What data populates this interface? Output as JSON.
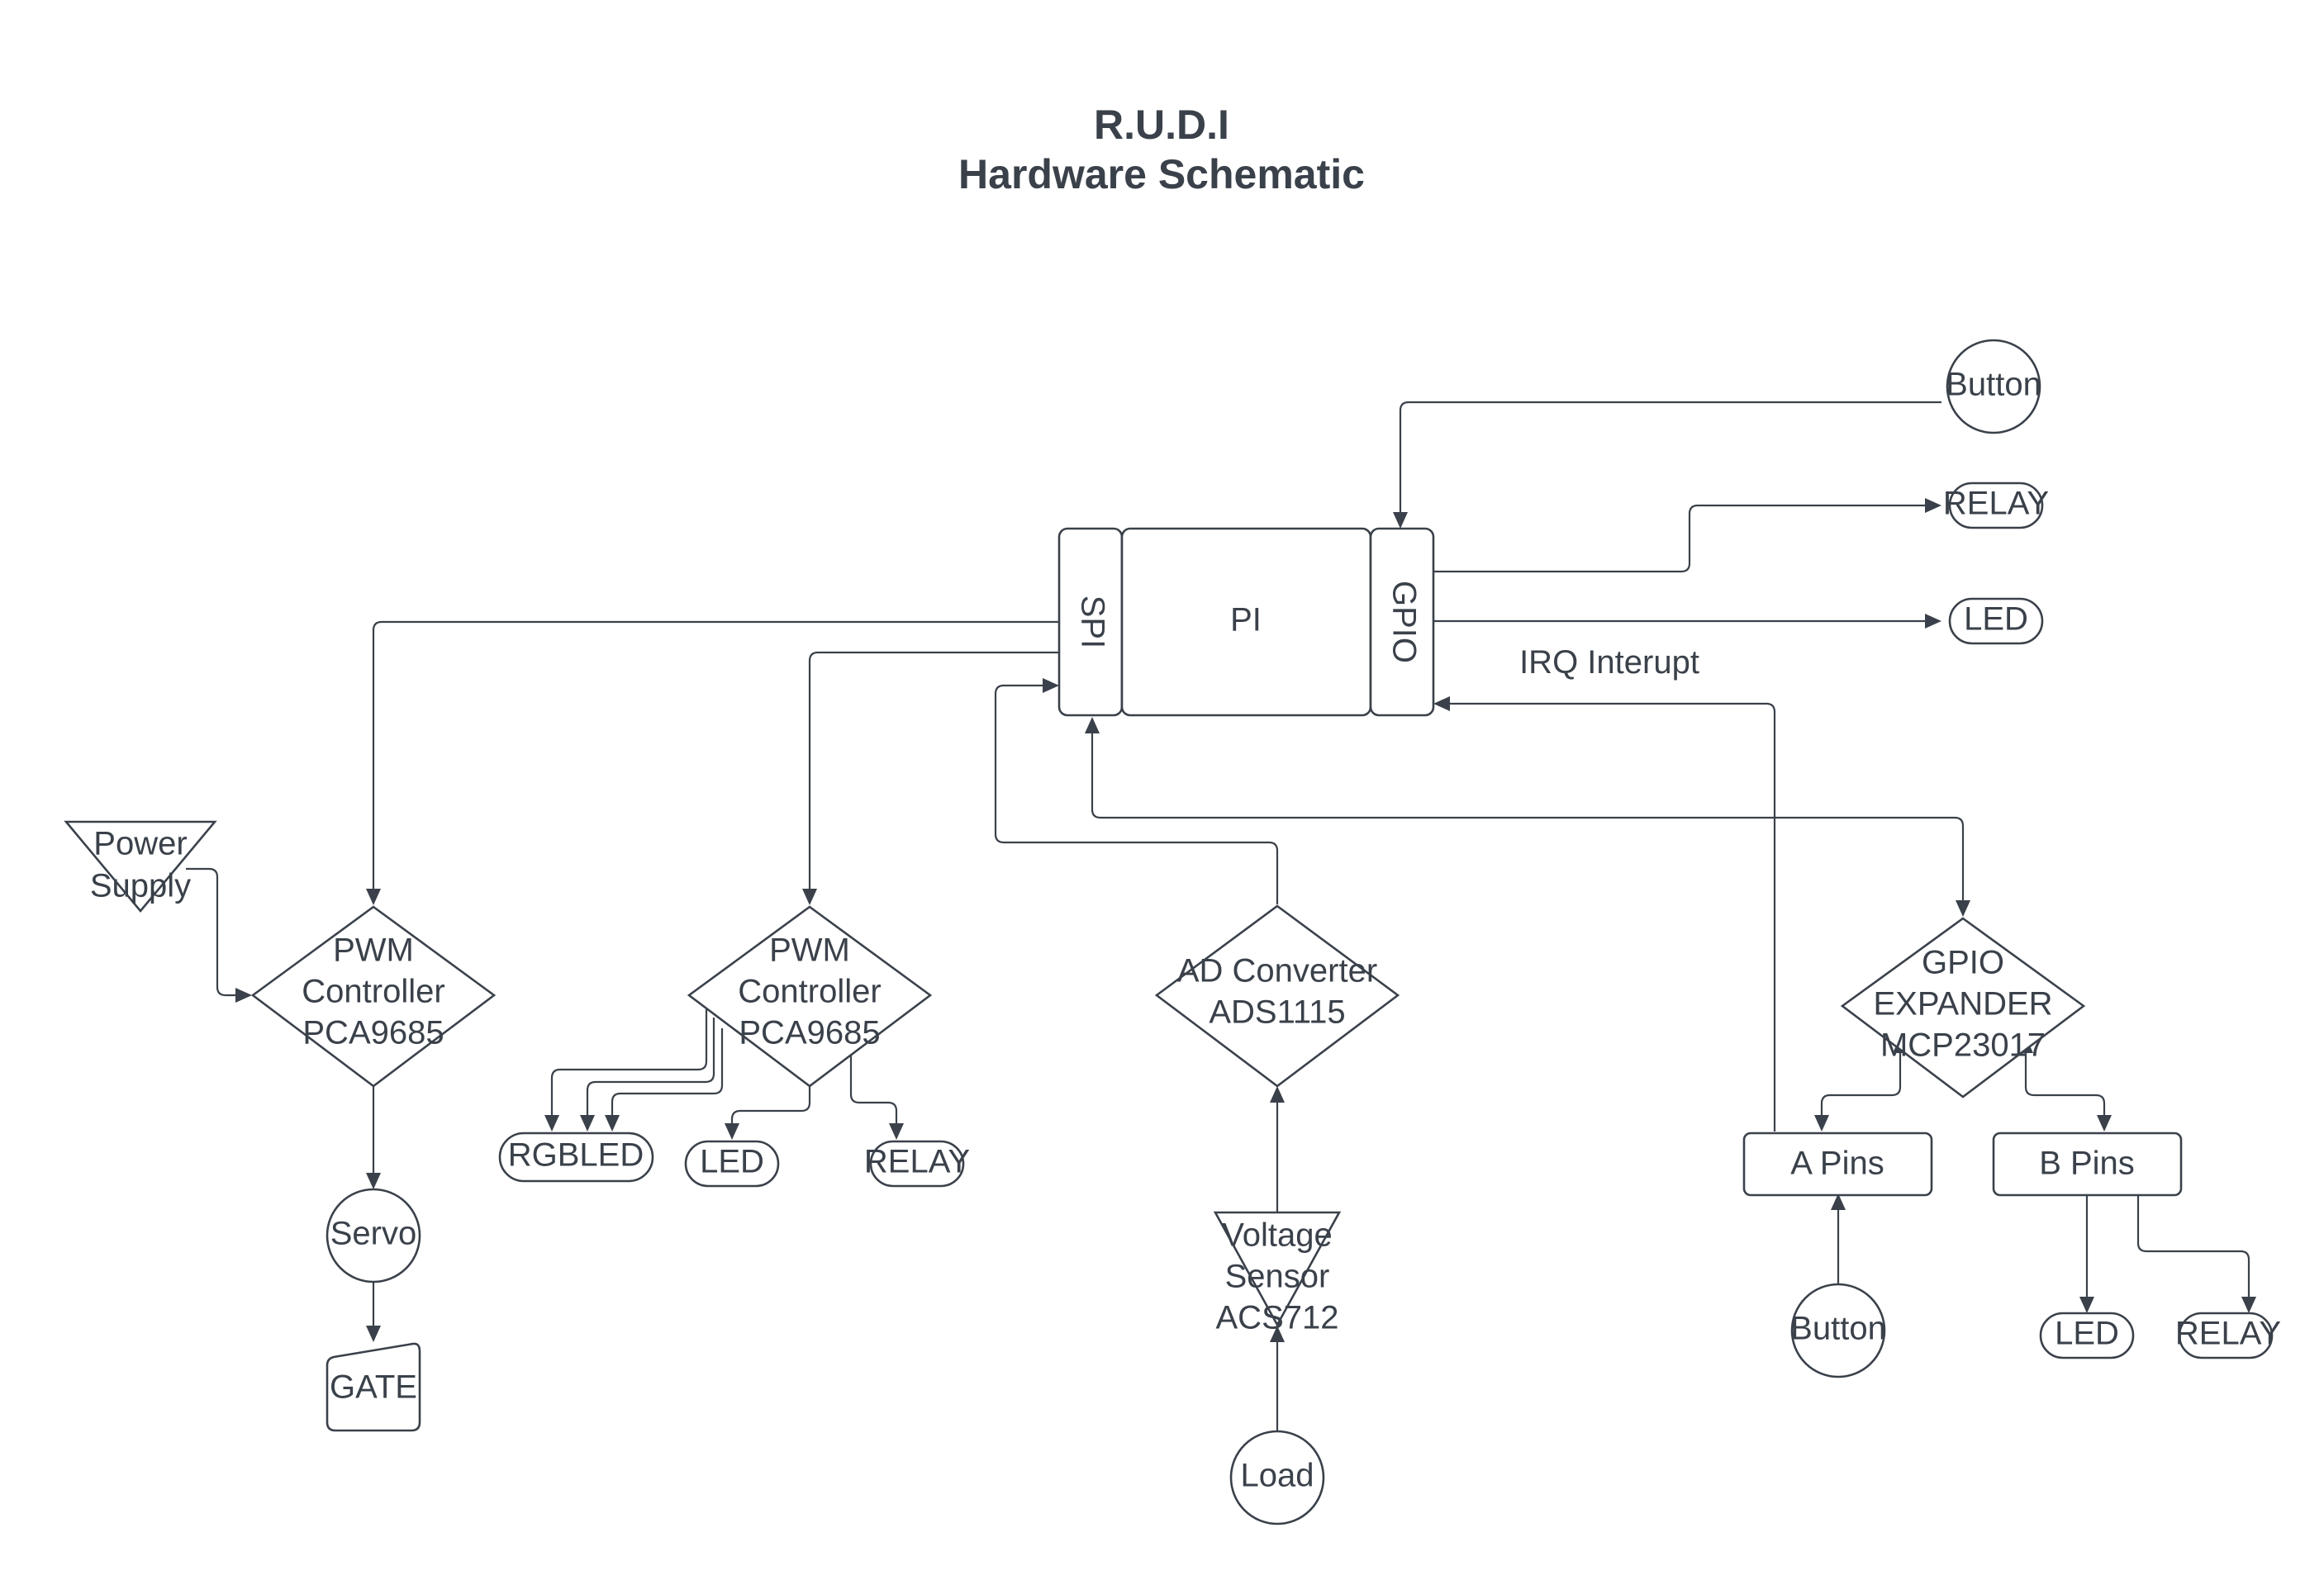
{
  "diagram": {
    "title_line1": "R.U.D.I",
    "title_line2": "Hardware Schematic",
    "pi": {
      "spi": "SPI",
      "core": "PI",
      "gpio": "GPIO"
    },
    "top_button": "Button",
    "top_relay": "RELAY",
    "top_led": "LED",
    "irq_label": "IRQ Interupt",
    "power_supply": [
      "Power",
      "Supply"
    ],
    "pwm1": [
      "PWM",
      "Controller",
      "PCA9685"
    ],
    "pwm2": [
      "PWM",
      "Controller",
      "PCA9685"
    ],
    "adc": [
      "AD Converter",
      "ADS1115"
    ],
    "expander": [
      "GPIO",
      "EXPANDER",
      "MCP23017"
    ],
    "servo": "Servo",
    "gate": "GATE",
    "rgbled": "RGBLED",
    "pwm2_led": "LED",
    "pwm2_relay": "RELAY",
    "voltage_sensor": [
      "Voltage",
      "Sensor",
      "ACS712"
    ],
    "load": "Load",
    "a_pins": "A Pins",
    "b_pins": "B Pins",
    "bottom_button": "Button",
    "b_led": "LED",
    "b_relay": "RELAY"
  },
  "colors": {
    "ink": "#3a414a",
    "background": "#ffffff"
  }
}
